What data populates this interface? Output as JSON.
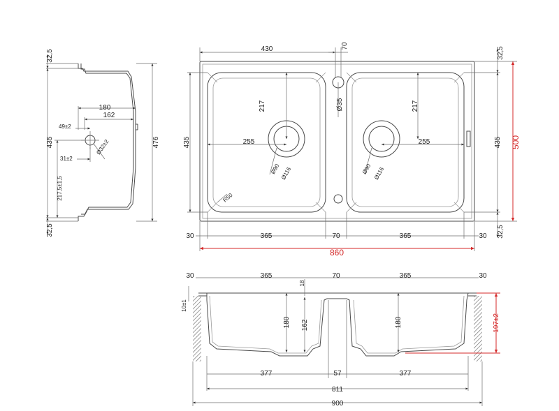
{
  "side_view": {
    "top_margin": "32,5",
    "bottom_margin": "32,5",
    "inner_height": "435",
    "total_height": "476",
    "width_180": "180",
    "width_162": "162",
    "hole_offset": "49±2",
    "hole_offset_lower": "31±2",
    "hole_diameter": "Ø32±2",
    "hole_height": "217,5±1,5"
  },
  "top_view": {
    "bowl_width": "430",
    "center_gap_top": "70",
    "top_margin_right": "32,5",
    "bottom_margin_right": "32,5",
    "height_left": "435",
    "height_right": "435",
    "overall_height": "500",
    "drain_offset_y_left": "217",
    "drain_offset_y_right": "217",
    "drain_offset_x_left": "255",
    "drain_offset_x_right": "255",
    "tap_hole": "Ø35",
    "drain_inner_left": "Ø90",
    "drain_outer_left": "Ø116",
    "drain_inner_right": "Ø90",
    "drain_outer_right": "Ø116",
    "corner_radius": "R50",
    "edge_left": "30",
    "bowl_left": "365",
    "gap": "70",
    "bowl_right": "365",
    "edge_right": "30",
    "overall_width": "860"
  },
  "section_view": {
    "edge_left": "30",
    "bowl_left": "365",
    "gap": "70",
    "bowl_right": "365",
    "edge_right": "30",
    "rim": "18",
    "deck_thickness": "10±1",
    "depth_left": "180",
    "depth_inner": "162",
    "depth_right": "180",
    "cutout_depth": "197±2",
    "bottom_left": "377",
    "bottom_gap": "57",
    "bottom_right": "377",
    "bottom_total": "811",
    "overall_width": "900"
  },
  "colors": {
    "line": "#4a4a4a",
    "accent": "#d42a2a"
  }
}
